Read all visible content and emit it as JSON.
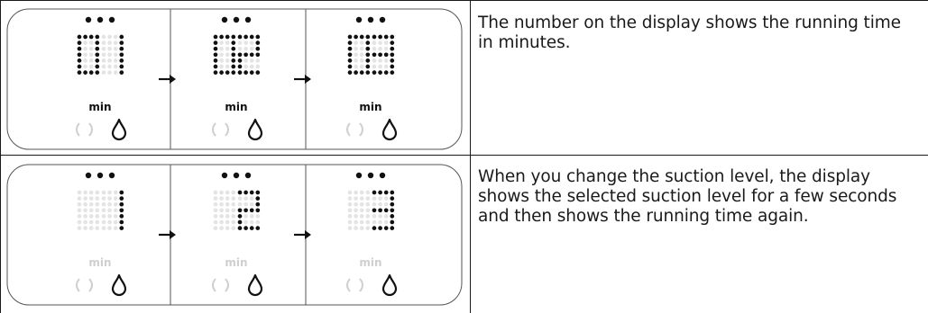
{
  "rows": [
    {
      "description": "The number on the display shows the running time in minutes.",
      "illustration": {
        "unit_label": "min",
        "panels": [
          {
            "left_digit": "0",
            "right_digit": "1",
            "left_active": true,
            "right_active": true,
            "min_active": true
          },
          {
            "left_digit": "0",
            "right_digit": "2",
            "left_active": true,
            "right_active": true,
            "min_active": true
          },
          {
            "left_digit": "0",
            "right_digit": "3",
            "left_active": true,
            "right_active": true,
            "min_active": true
          }
        ]
      }
    },
    {
      "description": "When you change the suction level, the display shows the selected suction level for a few seconds and then shows the running time again.",
      "illustration": {
        "unit_label": "min",
        "panels": [
          {
            "left_digit": "8",
            "right_digit": "1",
            "left_active": false,
            "right_active": true,
            "min_active": false
          },
          {
            "left_digit": "8",
            "right_digit": "2",
            "left_active": false,
            "right_active": true,
            "min_active": false
          },
          {
            "left_digit": "8",
            "right_digit": "3",
            "left_active": false,
            "right_active": true,
            "min_active": false
          }
        ]
      }
    }
  ],
  "colors": {
    "dot_on": "#111111",
    "dot_off": "#e4e4e4",
    "text_off": "#cfcfcf",
    "line": "#1a1a1a",
    "frame": "#555555"
  },
  "icons": {
    "indicator_left": "bracket-pair-icon",
    "indicator_right": "water-drop-icon",
    "arrow": "right-arrow-icon",
    "top_dots": "three-dot-indicator-icon"
  }
}
